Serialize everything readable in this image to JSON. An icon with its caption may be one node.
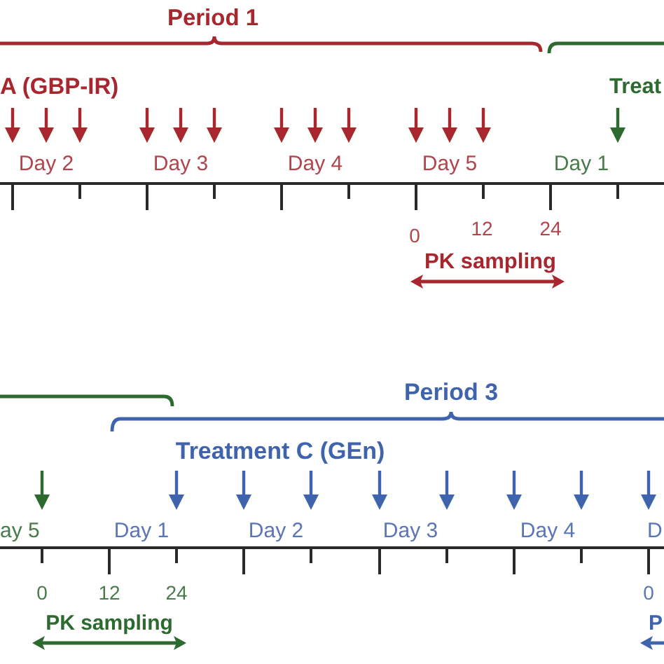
{
  "diagram": {
    "labels": [
      "Period 1",
      "A (GBP-IR)",
      "Treat",
      "Day 2",
      "Day 3",
      "Day 4",
      "Day 5",
      "Day 1",
      "0",
      "12",
      "24",
      "PK sampling",
      "Period 3",
      "Treatment C (GEn)",
      "ay 5",
      "Day 1",
      "Day 2",
      "Day 3",
      "Day 4",
      "D",
      "0",
      "12",
      "24",
      "0",
      "PK sampling",
      "P"
    ]
  }
}
